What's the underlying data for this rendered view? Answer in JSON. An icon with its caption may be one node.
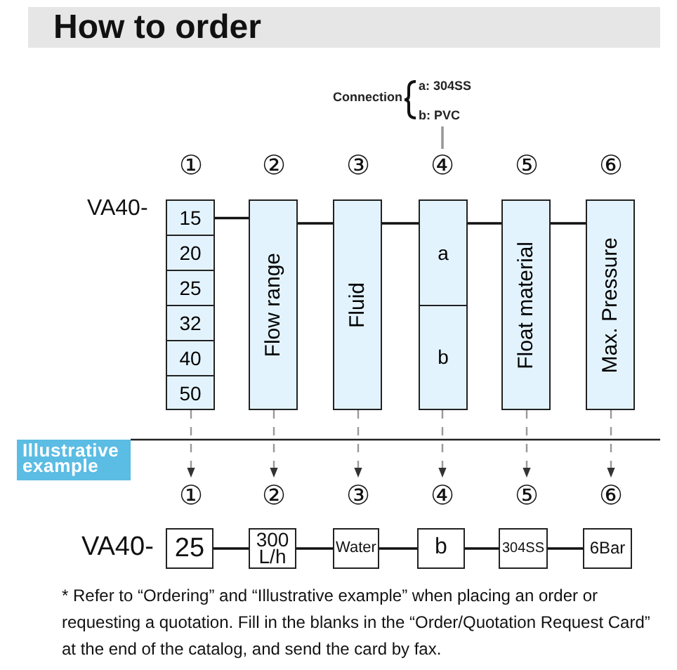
{
  "diagram": {
    "title": "How to order",
    "caption": "* Refer to “Ordering” and “Illustrative example” when placing an order or requesting a quotation. Fill in the blanks in the “Order/Quotation Request Card” at the end of the catalog, and send the card by fax.",
    "nodes": [
      {
        "text": [
          "Connection",
          "a: 304SS",
          "b: PVC"
        ]
      },
      {
        "text": [
          "①"
        ]
      },
      {
        "text": [
          "②"
        ]
      },
      {
        "text": [
          "③"
        ]
      },
      {
        "text": [
          "④"
        ]
      },
      {
        "text": [
          "⑤"
        ]
      },
      {
        "text": [
          "⑥"
        ]
      },
      {
        "text": [
          "15"
        ]
      },
      {
        "text": [
          "20"
        ]
      },
      {
        "text": [
          "25"
        ]
      },
      {
        "text": [
          "32"
        ]
      },
      {
        "text": [
          "40"
        ]
      },
      {
        "text": [
          "50"
        ]
      },
      {
        "text": [
          "Flow range"
        ]
      },
      {
        "text": [
          "Fluid"
        ]
      },
      {
        "text": [
          "a"
        ]
      },
      {
        "text": [
          "b"
        ]
      },
      {
        "text": [
          "Float material"
        ]
      },
      {
        "text": [
          "Max. Pressure"
        ]
      },
      {
        "text": [
          "Illustrative example"
        ]
      },
      {
        "text": [
          "①"
        ]
      },
      {
        "text": [
          "②"
        ]
      },
      {
        "text": [
          "③"
        ]
      },
      {
        "text": [
          "④"
        ]
      },
      {
        "text": [
          "⑤"
        ]
      },
      {
        "text": [
          "⑥"
        ]
      },
      {
        "text": [
          "25"
        ]
      },
      {
        "text": [
          "300 L/h"
        ]
      },
      {
        "text": [
          "Water"
        ]
      },
      {
        "text": [
          "b"
        ]
      },
      {
        "text": [
          "304SS"
        ]
      },
      {
        "text": [
          "6Bar"
        ]
      }
    ],
    "edges": [
      {
        "from": 0,
        "to": 4,
        "arrow": "none",
        "color": "#999999"
      },
      {
        "from": 7,
        "to": 13,
        "arrow": "none"
      },
      {
        "from": 13,
        "to": 14,
        "arrow": "none"
      },
      {
        "from": 14,
        "to": 15,
        "arrow": "none"
      },
      {
        "from": 15,
        "to": 17,
        "arrow": "none"
      },
      {
        "from": 17,
        "to": 18,
        "arrow": "none"
      },
      {
        "from": 12,
        "to": 20,
        "arrow": "to",
        "style": "dashed",
        "color": "#999999"
      },
      {
        "from": 13,
        "to": 21,
        "arrow": "to",
        "style": "dashed",
        "color": "#999999"
      },
      {
        "from": 14,
        "to": 22,
        "arrow": "to",
        "style": "dashed",
        "color": "#999999"
      },
      {
        "from": 16,
        "to": 23,
        "arrow": "to",
        "style": "dashed",
        "color": "#999999"
      },
      {
        "from": 17,
        "to": 24,
        "arrow": "to",
        "style": "dashed",
        "color": "#999999"
      },
      {
        "from": 18,
        "to": 25,
        "arrow": "to",
        "style": "dashed",
        "color": "#999999"
      },
      {
        "from": 26,
        "to": 27,
        "arrow": "none"
      },
      {
        "from": 27,
        "to": 28,
        "arrow": "none"
      },
      {
        "from": 28,
        "to": 29,
        "arrow": "none"
      },
      {
        "from": 29,
        "to": 30,
        "arrow": "none"
      },
      {
        "from": 30,
        "to": 31,
        "arrow": "none"
      }
    ],
    "labels": [
      "VA40-",
      "VA40-"
    ]
  }
}
